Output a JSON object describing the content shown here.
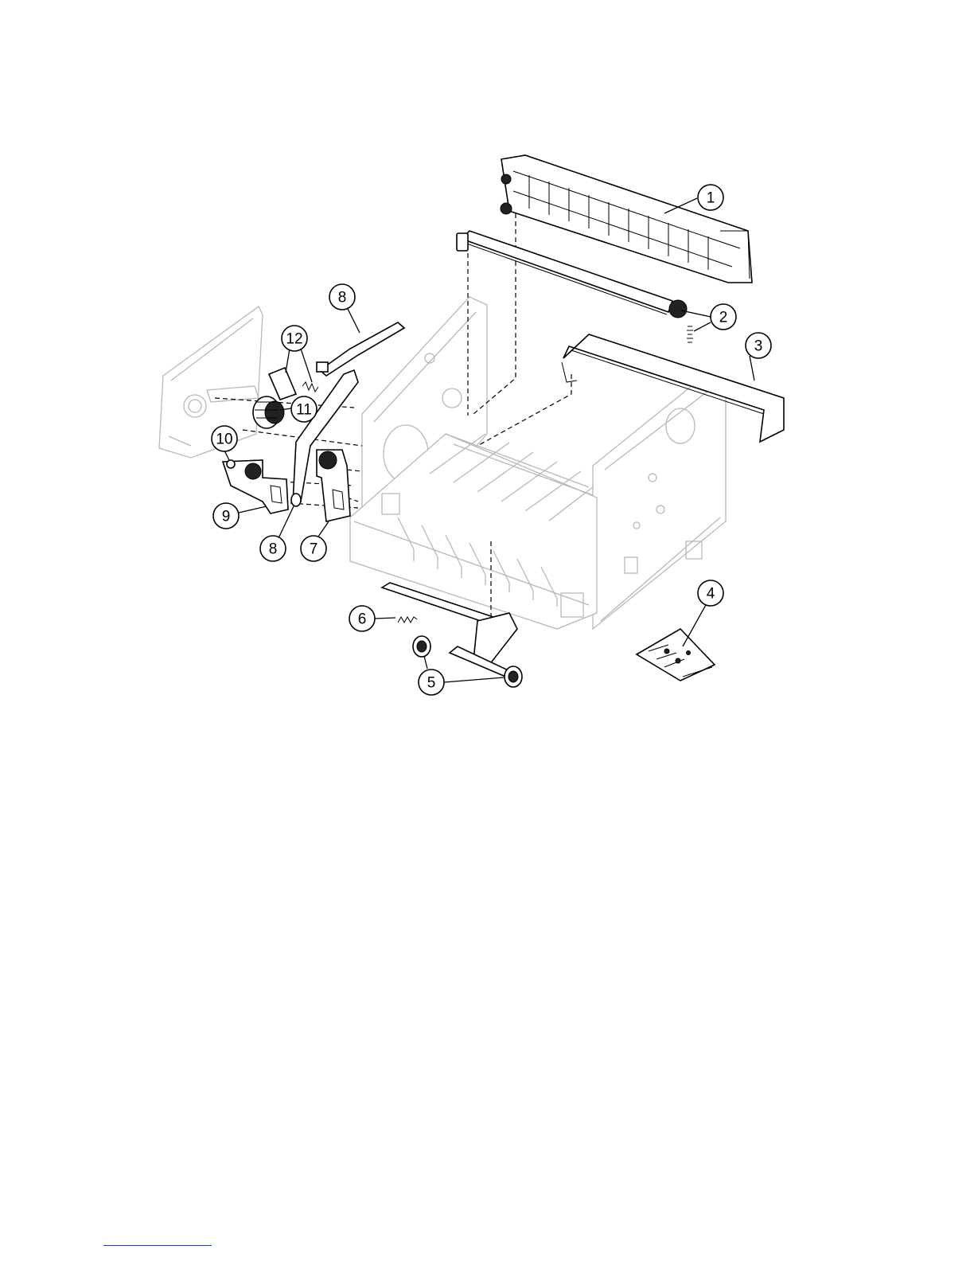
{
  "callouts": [
    {
      "id": "c1",
      "label": "1"
    },
    {
      "id": "c2",
      "label": "2"
    },
    {
      "id": "c3",
      "label": "3"
    },
    {
      "id": "c4",
      "label": "4"
    },
    {
      "id": "c5",
      "label": "5"
    },
    {
      "id": "c6",
      "label": "6"
    },
    {
      "id": "c7",
      "label": "7"
    },
    {
      "id": "c8a",
      "label": "8"
    },
    {
      "id": "c8b",
      "label": "8"
    },
    {
      "id": "c9",
      "label": "9"
    },
    {
      "id": "c10",
      "label": "10"
    },
    {
      "id": "c11",
      "label": "11"
    },
    {
      "id": "c12",
      "label": "12"
    }
  ],
  "colors": {
    "footer_line": "#2a3fbf",
    "ghost": "#b8b8b8"
  }
}
